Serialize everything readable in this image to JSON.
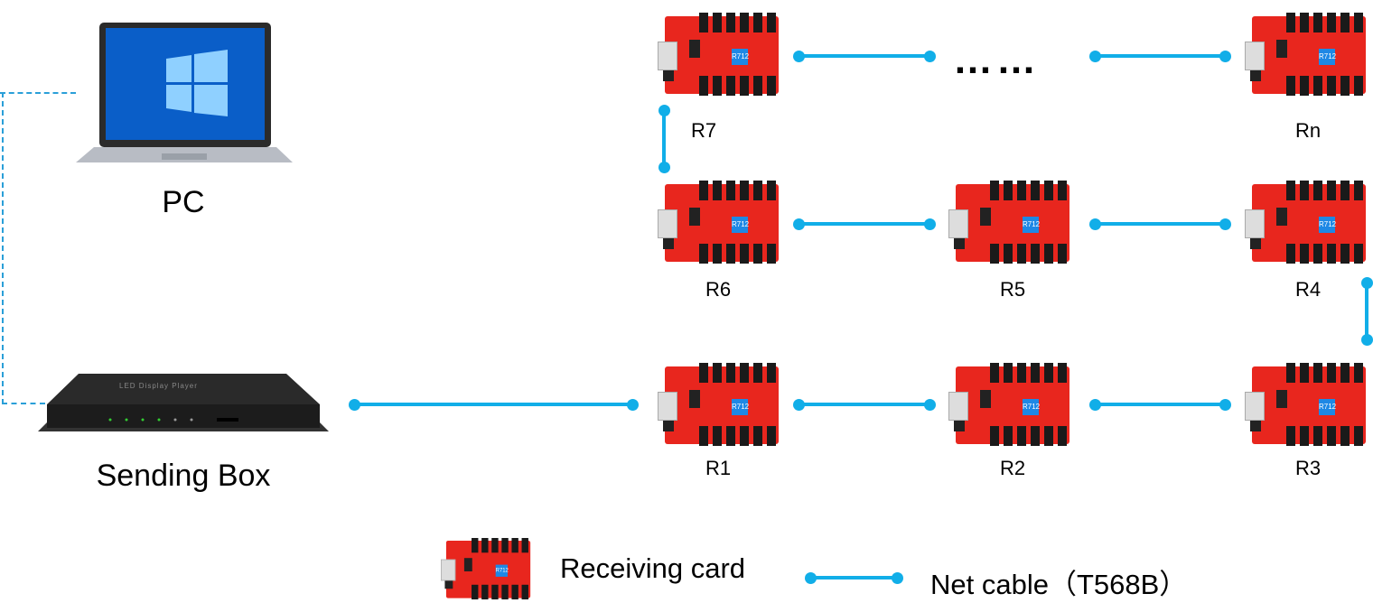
{
  "nodes": {
    "pc": {
      "label": "PC"
    },
    "sending_box": {
      "label": "Sending Box",
      "front_text": "LED Display Player"
    },
    "cards": [
      {
        "id": "r1",
        "label": "R1"
      },
      {
        "id": "r2",
        "label": "R2"
      },
      {
        "id": "r3",
        "label": "R3"
      },
      {
        "id": "r4",
        "label": "R4"
      },
      {
        "id": "r5",
        "label": "R5"
      },
      {
        "id": "r6",
        "label": "R6"
      },
      {
        "id": "r7",
        "label": "R7"
      },
      {
        "id": "rn",
        "label": "Rn"
      }
    ],
    "ellipsis": "……"
  },
  "card_logo": "R712",
  "legend": {
    "receiving_card": "Receiving card",
    "net_cable": "Net cable（T568B）"
  },
  "colors": {
    "cable": "#11aee8",
    "card": "#e8261e",
    "dashed_link": "#2a9fd8"
  }
}
